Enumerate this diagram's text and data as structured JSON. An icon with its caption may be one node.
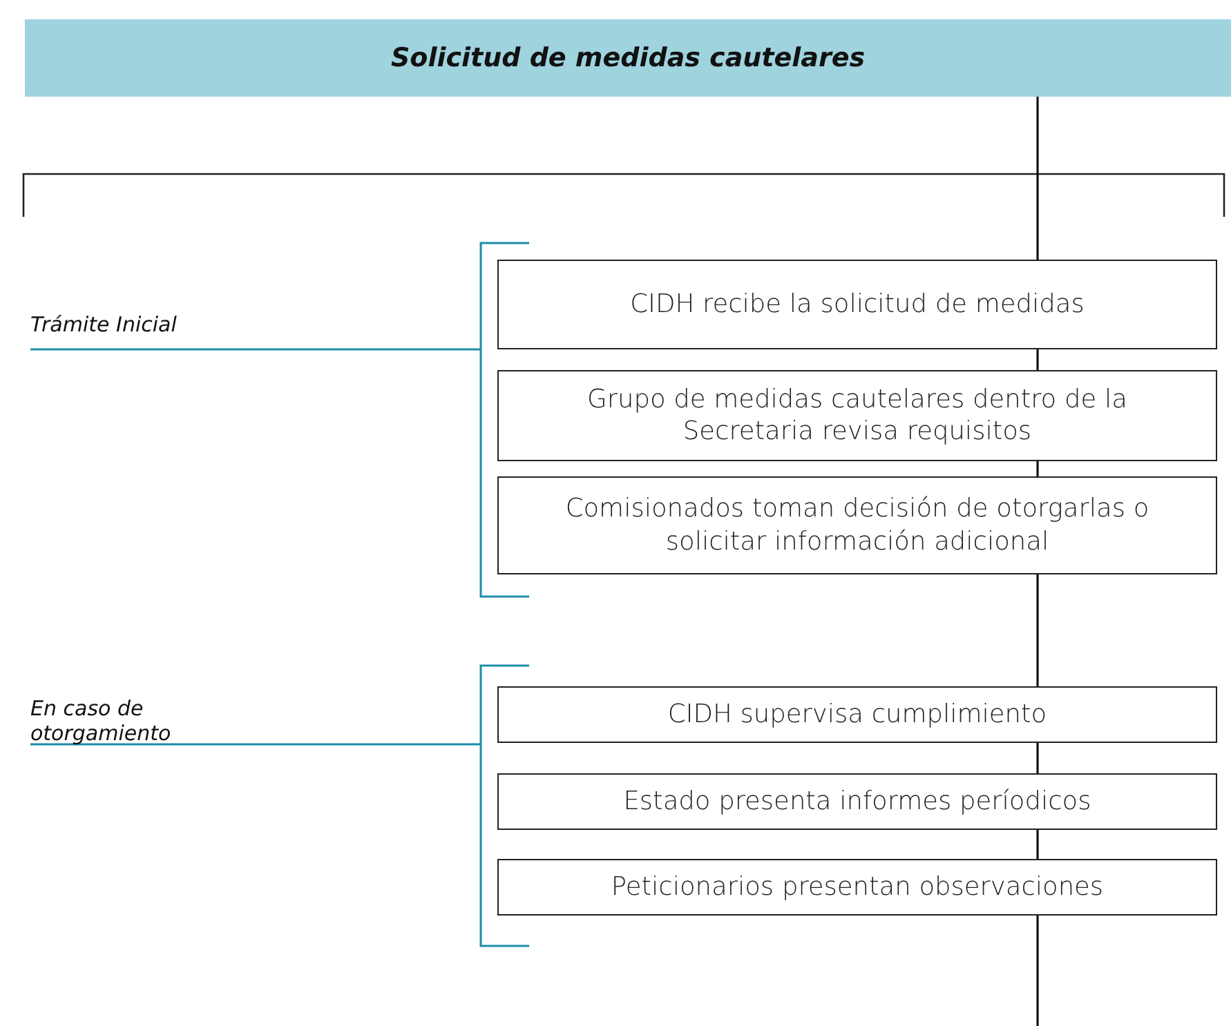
{
  "diagram": {
    "nodes": [
      {
        "text": [
          "Solicitud de medidas cautelares"
        ]
      },
      {
        "text": [
          "CIDH recibe la solicitud de medidas"
        ]
      },
      {
        "text": [
          "Grupo de medidas cautelares dentro de la Secretaria revisa requisitos"
        ]
      },
      {
        "text": [
          "Comisionados toman decisión de otorgarlas o solicitar información adicional"
        ]
      },
      {
        "text": [
          "CIDH supervisa cumplimiento"
        ]
      },
      {
        "text": [
          "Estado presenta informes períodicos"
        ]
      },
      {
        "text": [
          "Peticionarios presentan observaciones"
        ]
      }
    ],
    "edges": [
      {
        "from": 0,
        "to": 1,
        "arrow": "none"
      },
      {
        "from": 1,
        "to": 2,
        "arrow": "none"
      },
      {
        "from": 2,
        "to": 3,
        "arrow": "none"
      },
      {
        "from": 3,
        "to": 4,
        "arrow": "none"
      },
      {
        "from": 4,
        "to": 5,
        "arrow": "none"
      },
      {
        "from": 5,
        "to": 6,
        "arrow": "none"
      },
      {
        "from": 6,
        "to": null,
        "arrow": "none"
      }
    ],
    "labels": [
      "Trámite Inicial",
      "En caso de otorgamiento"
    ]
  }
}
